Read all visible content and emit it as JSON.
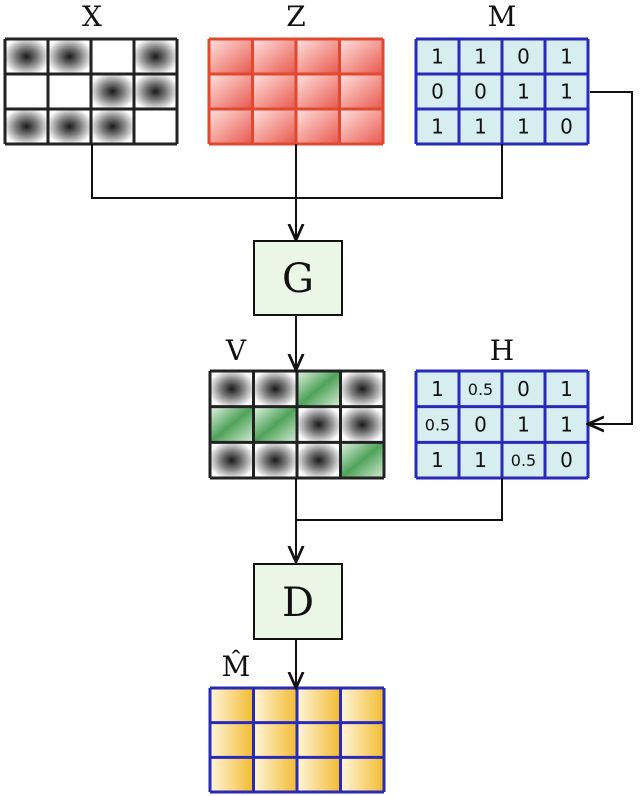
{
  "labels": {
    "x": "X",
    "z": "Z",
    "m": "M",
    "g": "G",
    "v": "V",
    "h": "H",
    "d": "D",
    "m_hat": "M̂"
  },
  "grids": {
    "x": {
      "border_color": "#222222",
      "pattern": [
        [
          1,
          1,
          0,
          1
        ],
        [
          0,
          0,
          1,
          1
        ],
        [
          1,
          1,
          1,
          0
        ]
      ]
    },
    "z": {
      "border_color": "#e0492f"
    },
    "m": {
      "border_color": "#2a2ab8",
      "fill": "#d6eef0",
      "values": [
        [
          "1",
          "1",
          "0",
          "1"
        ],
        [
          "0",
          "0",
          "1",
          "1"
        ],
        [
          "1",
          "1",
          "1",
          "0"
        ]
      ]
    },
    "v": {
      "border_color": "#222222",
      "pattern": [
        "dot",
        "dot",
        "green",
        "dot",
        "green",
        "green",
        "dot",
        "dot",
        "dot",
        "dot",
        "dot",
        "green"
      ]
    },
    "h": {
      "border_color": "#2a2ab8",
      "fill": "#d6eef0",
      "values": [
        [
          "1",
          "0.5",
          "0",
          "1"
        ],
        [
          "0.5",
          "0",
          "1",
          "1"
        ],
        [
          "1",
          "1",
          "0.5",
          "0"
        ]
      ]
    },
    "m_hat": {
      "border_color": "#2a2ab8"
    }
  },
  "colors": {
    "box_fill": "#eaf7e6",
    "box_border": "#111111",
    "z_cell": "#f06b63",
    "green_cell": "#4fa35a",
    "gold_cell": "#f5c542"
  }
}
